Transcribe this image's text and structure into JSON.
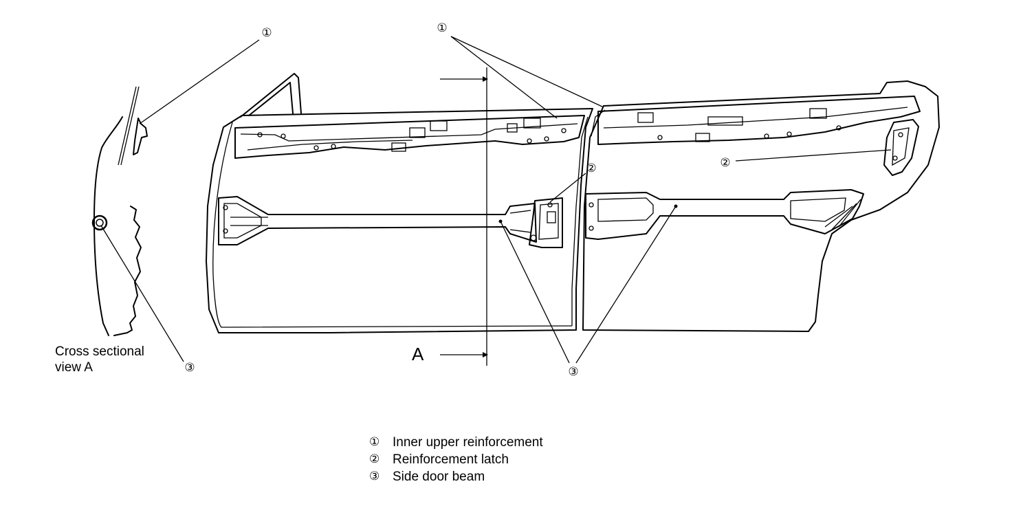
{
  "callouts": {
    "inner_upper_reinforcement": "①",
    "reinforcement_latch": "②",
    "side_door_beam": "③"
  },
  "section_caption": "Cross sectional\nview A",
  "view_letter": "A",
  "legend": [
    {
      "number": "①",
      "label": "Inner upper reinforcement"
    },
    {
      "number": "②",
      "label": "Reinforcement latch"
    },
    {
      "number": "③",
      "label": "Side door beam"
    }
  ]
}
